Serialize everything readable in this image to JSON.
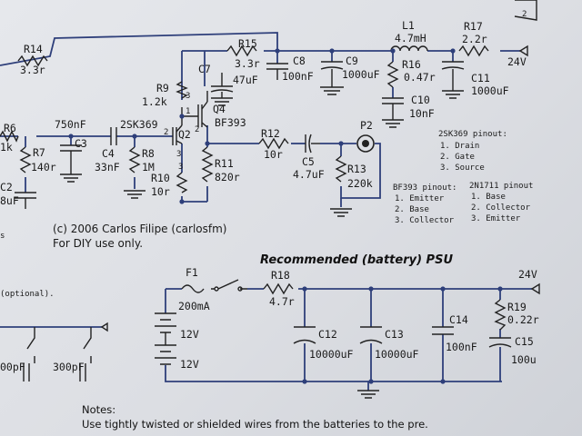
{
  "components": {
    "r14": {
      "ref": "R14",
      "value": "3.3r"
    },
    "r15": {
      "ref": "R15",
      "value": "3.3r"
    },
    "l1": {
      "ref": "L1",
      "value": "4.7mH"
    },
    "r17": {
      "ref": "R17",
      "value": "2.2r"
    },
    "supply_out": "24V",
    "c7": {
      "ref": "C7",
      "value": "47uF"
    },
    "c8": {
      "ref": "C8",
      "value": "100nF"
    },
    "c9": {
      "ref": "C9",
      "value": "1000uF"
    },
    "r16": {
      "ref": "R16",
      "value": "0.47r"
    },
    "c11": {
      "ref": "C11",
      "value": "1000uF"
    },
    "c10": {
      "ref": "C10",
      "value": "10nF"
    },
    "r9": {
      "ref": "R9",
      "value": "1.2k"
    },
    "q4": {
      "ref": "Q4",
      "value": "BF393"
    },
    "r6": {
      "ref": "R6",
      "value": "1k"
    },
    "c3": {
      "ref": "C3",
      "value": "750nF"
    },
    "c4": {
      "ref": "C4",
      "value": "33nF"
    },
    "q2_part": "2SK369",
    "q2": "Q2",
    "r8": {
      "ref": "R8",
      "value": "1M"
    },
    "r7": {
      "ref": "R7",
      "value": "140r"
    },
    "r12": {
      "ref": "R12",
      "value": "10r"
    },
    "c5": {
      "ref": "C5",
      "value": "4.7uF"
    },
    "p2": "P2",
    "r13": {
      "ref": "R13",
      "value": "220k"
    },
    "r11": {
      "ref": "R11",
      "value": "820r"
    },
    "r10": {
      "ref": "R10",
      "value": "10r"
    },
    "c2": {
      "ref": "C2",
      "value": "8uF"
    },
    "pin1": "1",
    "pin2": "2",
    "pin3": "3"
  },
  "pinouts": {
    "sk369": {
      "title": "2SK369 pinout:",
      "items": [
        "1. Drain",
        "2. Gate",
        "3. Source"
      ]
    },
    "bf393": {
      "title": "BF393 pinout:",
      "items": [
        "1. Emitter",
        "2. Base",
        "3. Collector"
      ]
    },
    "n1711": {
      "title": "2N1711 pinout",
      "items": [
        "1. Base",
        "2. Collector",
        "3. Emitter"
      ]
    }
  },
  "credits": {
    "line1": "(c) 2006 Carlos Filipe (carlosfm)",
    "line2": "For DIY use only."
  },
  "psu": {
    "title": "Recommended (battery) PSU",
    "out": "24V",
    "f1": {
      "ref": "F1",
      "value": "200mA"
    },
    "r18": {
      "ref": "R18",
      "value": "4.7r"
    },
    "c12": {
      "ref": "C12",
      "value": "10000uF"
    },
    "c13": {
      "ref": "C13",
      "value": "10000uF"
    },
    "c14": {
      "ref": "C14",
      "value": "100nF"
    },
    "r19": {
      "ref": "R19",
      "value": "0.22r"
    },
    "c15": {
      "ref": "C15",
      "value": "100u"
    },
    "bat1": "12V",
    "bat2": "12V"
  },
  "left_fragments": {
    "optional": "(optional).",
    "cap_a": "00pF",
    "cap_b": "300pF",
    "s": "s"
  },
  "page_marker": "2",
  "notes": {
    "title": "Notes:",
    "line1": "Use tightly twisted or shielded wires from the batteries to the pre."
  },
  "colors": {
    "wire": "#2e3f7a",
    "ink": "#1a1a1a",
    "paper": "#e2e4e8"
  }
}
